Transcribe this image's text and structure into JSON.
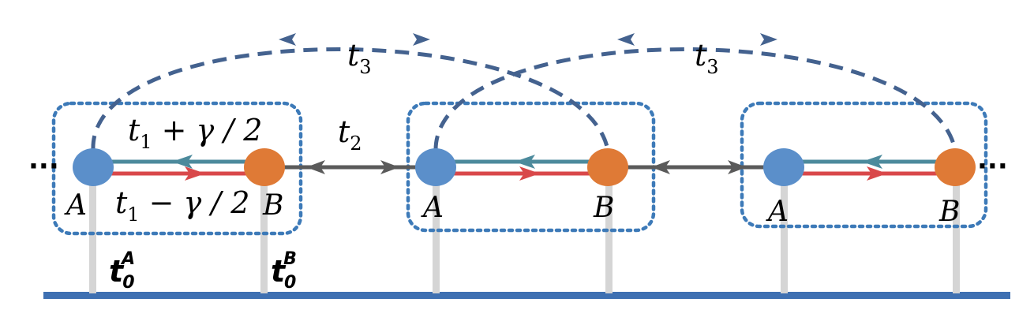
{
  "colors": {
    "site_a": "#5b8fca",
    "site_b": "#df7a36",
    "teal_bond": "#4c8a9c",
    "red_bond": "#d9484a",
    "inter_bond": "#5a5a5a",
    "long_range": "#44628f",
    "cell_box": "#3d7ab8",
    "substrate": "#3e70b2",
    "pillar": "#d5d5d5",
    "ellipsis": "#000000"
  },
  "labels": {
    "t3_left": {
      "base": "t",
      "sub": "3"
    },
    "t3_right": {
      "base": "t",
      "sub": "3"
    },
    "t2": {
      "base": "t",
      "sub": "2"
    },
    "t1_plus": {
      "base": "t",
      "sub": "1",
      "rest": " + γ / 2"
    },
    "t1_minus": {
      "base": "t",
      "sub": "1",
      "rest": " − γ / 2"
    },
    "cell1_a": "A",
    "cell1_b": "B",
    "cell2_a": "A",
    "cell2_b": "B",
    "cell3_a": "A",
    "cell3_b": "B",
    "t0_a": {
      "base": "t",
      "sub": "0",
      "sup": "A"
    },
    "t0_b": {
      "base": "t",
      "sub": "0",
      "sup": "B"
    },
    "ellipsis_left": "···",
    "ellipsis_right": "···"
  }
}
